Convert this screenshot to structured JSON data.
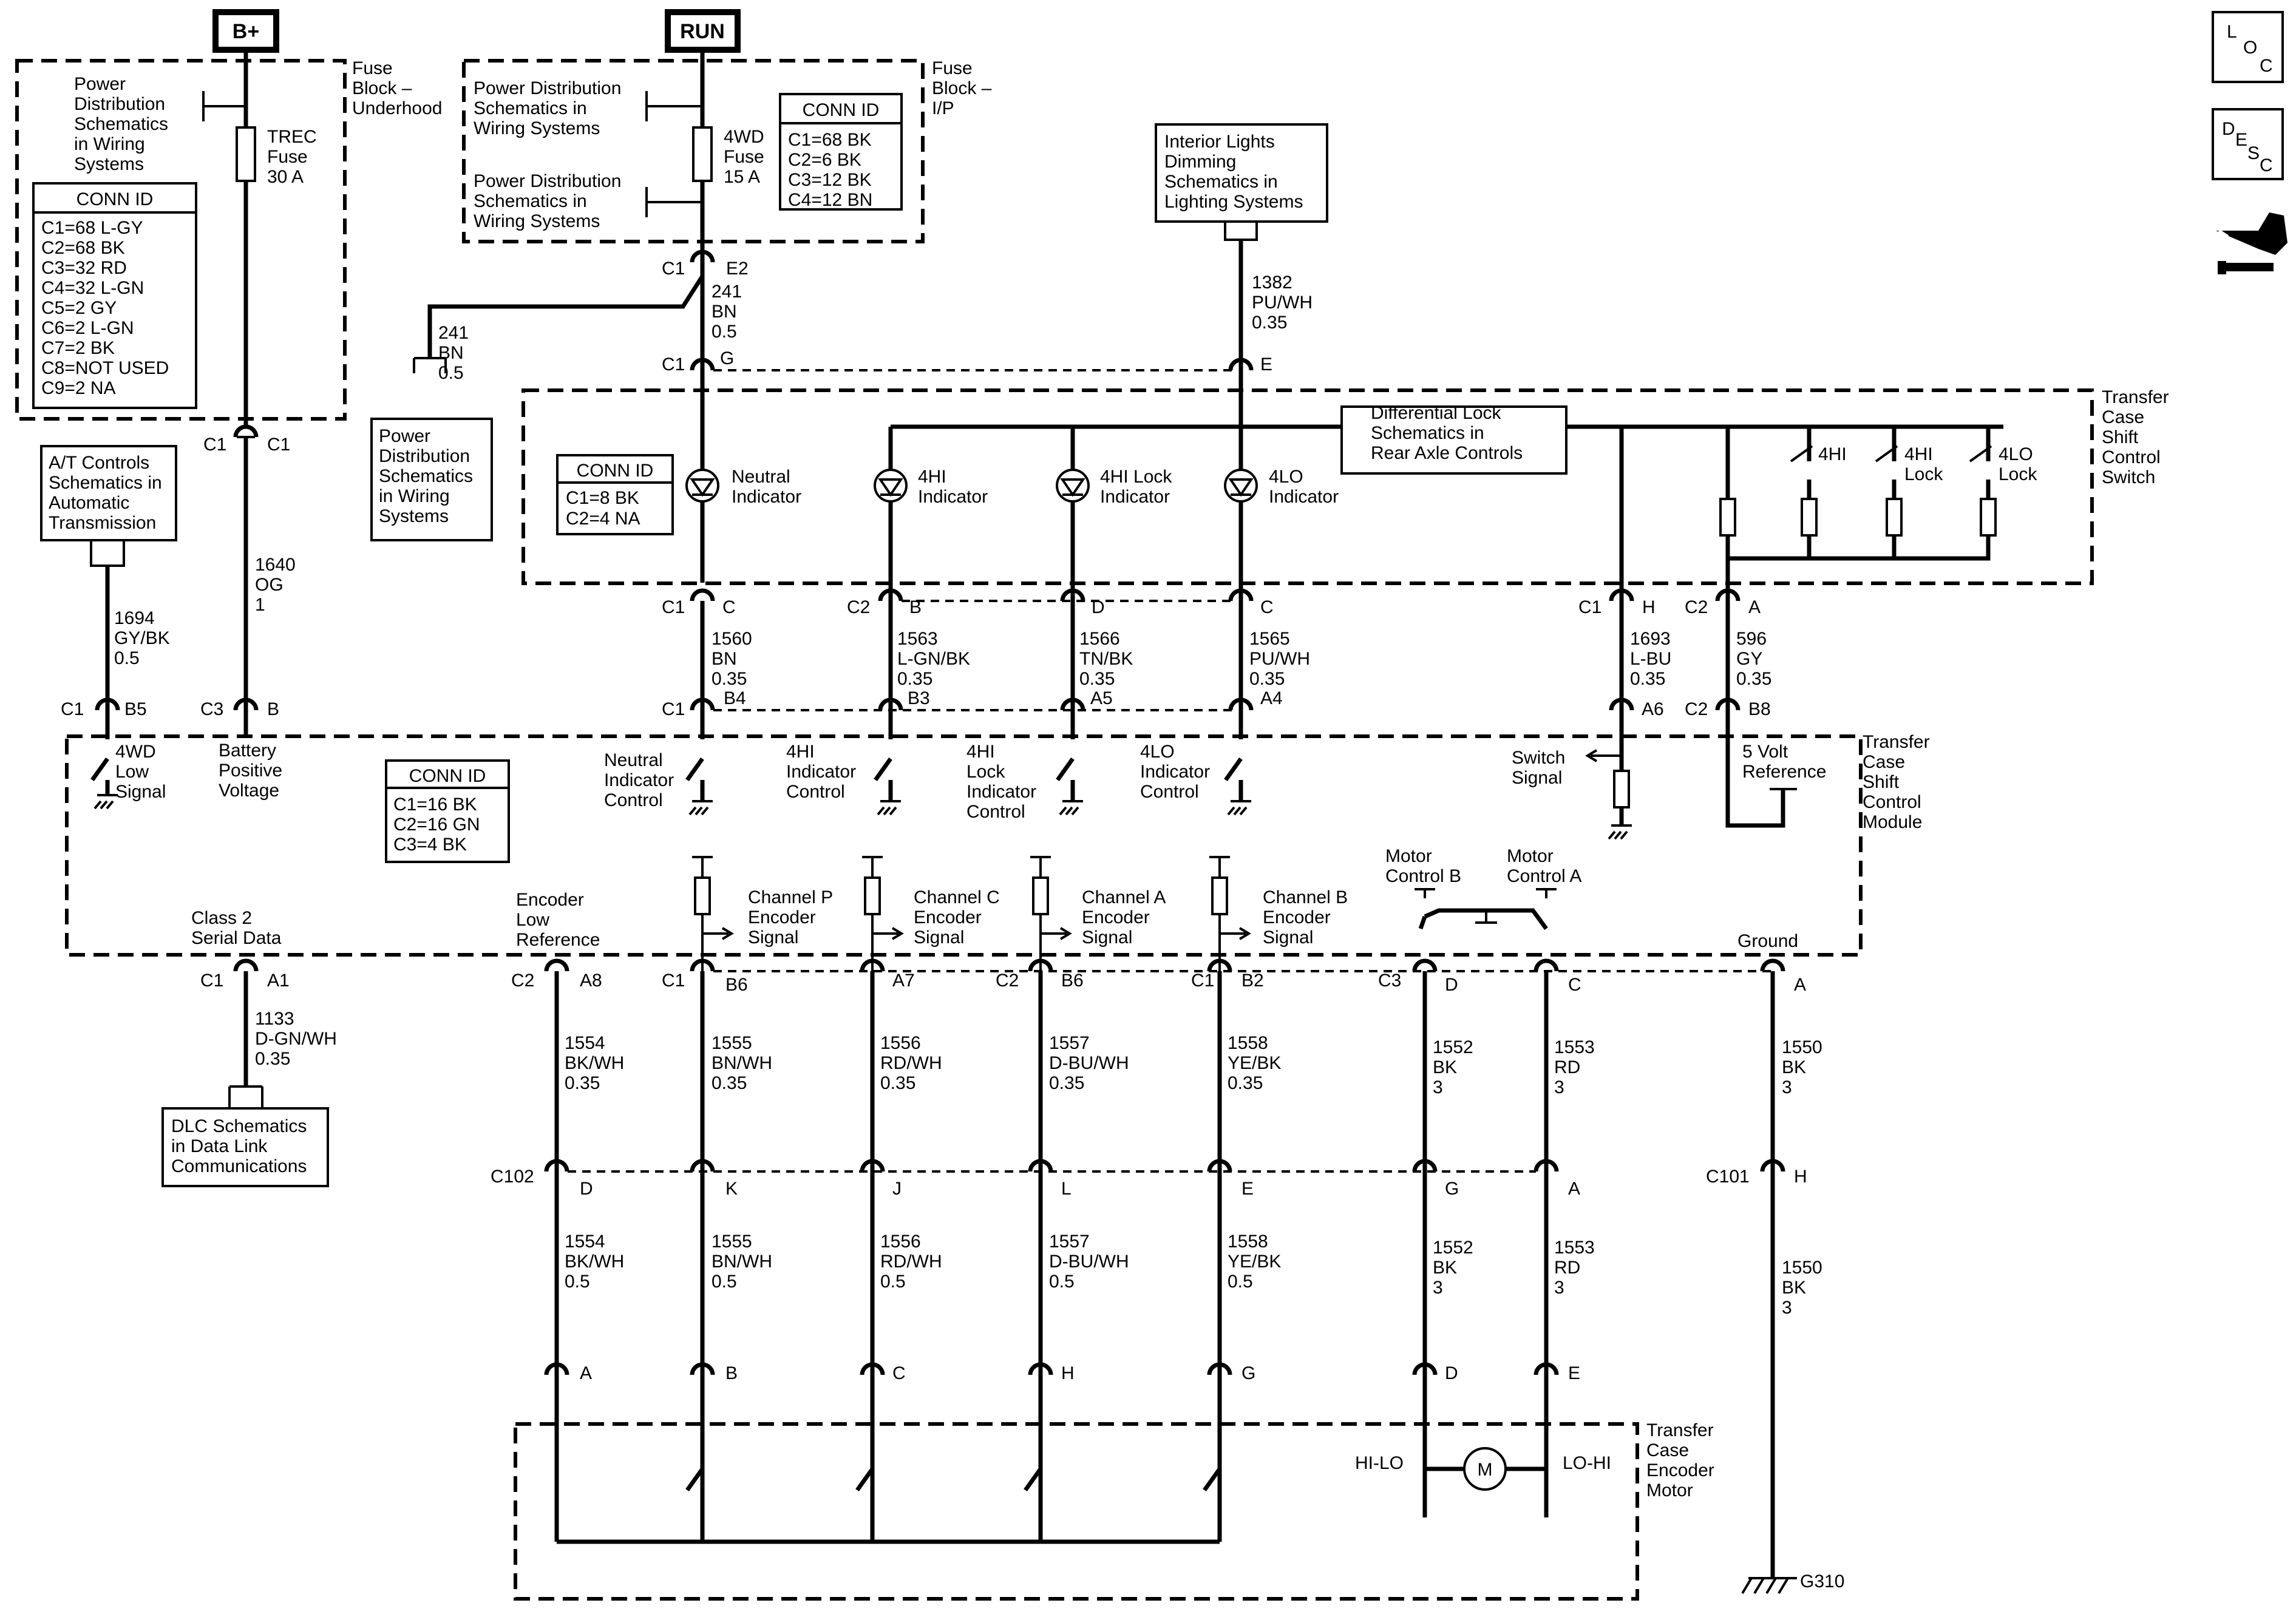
{
  "power": {
    "bplus": "B+",
    "run": "RUN"
  },
  "fuse_block_uh": {
    "title": [
      "Fuse",
      "Block –",
      "Underhood"
    ],
    "pd_ref": [
      "Power",
      "Distribution",
      "Schematics",
      "in Wiring",
      "Systems"
    ],
    "fuse": [
      "TREC",
      "Fuse",
      "30 A"
    ],
    "conn_title": "CONN ID",
    "conn": [
      "C1=68 L-GY",
      "C2=68 BK",
      "C3=32 RD",
      "C4=32 L-GN",
      "C5=2 GY",
      "C6=2 L-GN",
      "C7=2 BK",
      "C8=NOT USED",
      "C9=2 NA"
    ]
  },
  "fuse_block_ip": {
    "title": [
      "Fuse",
      "Block –",
      "I/P"
    ],
    "pd_ref1": [
      "Power Distribution",
      "Schematics in",
      "Wiring Systems"
    ],
    "pd_ref2": [
      "Power Distribution",
      "Schematics in",
      "Wiring Systems"
    ],
    "fuse": [
      "4WD",
      "Fuse",
      "15 A"
    ],
    "conn_title": "CONN ID",
    "conn": [
      "C1=68 BK",
      "C2=6 BK",
      "C3=12 BK",
      "C4=12 BN"
    ]
  },
  "refs": {
    "interior": [
      "Interior Lights",
      "Dimming",
      "Schematics in",
      "Lighting Systems"
    ],
    "at_controls": [
      "A/T Controls",
      "Schematics in",
      "Automatic",
      "Transmission"
    ],
    "pd_left": [
      "Power",
      "Distribution",
      "Schematics",
      "in Wiring",
      "Systems"
    ],
    "diff_lock": [
      "Differential Lock",
      "Schematics in",
      "Rear Axle Controls"
    ],
    "dlc": [
      "DLC Schematics",
      "in Data Link",
      "Communications"
    ]
  },
  "wires_top": {
    "w241a": [
      "241",
      "BN",
      "0.5"
    ],
    "w241b": [
      "241",
      "BN",
      "0.5"
    ],
    "w1382": [
      "1382",
      "PU/WH",
      "0.35"
    ],
    "w1640": [
      "1640",
      "OG",
      "1"
    ],
    "w1694": [
      "1694",
      "GY/BK",
      "0.5"
    ]
  },
  "switch": {
    "title": [
      "Transfer",
      "Case",
      "Shift",
      "Control",
      "Switch"
    ],
    "conn_title": "CONN ID",
    "conn": [
      "C1=8 BK",
      "C2=4 NA"
    ],
    "indicators": [
      [
        "Neutral",
        "Indicator"
      ],
      [
        "4HI",
        "Indicator"
      ],
      [
        "4HI Lock",
        "Indicator"
      ],
      [
        "4LO",
        "Indicator"
      ]
    ],
    "switches": [
      "4HI",
      [
        "4HI",
        "Lock"
      ],
      [
        "4LO",
        "Lock"
      ]
    ]
  },
  "mid_wires": [
    [
      "1560",
      "BN",
      "0.35"
    ],
    [
      "1563",
      "L-GN/BK",
      "0.35"
    ],
    [
      "1566",
      "TN/BK",
      "0.35"
    ],
    [
      "1565",
      "PU/WH",
      "0.35"
    ],
    [
      "1693",
      "L-BU",
      "0.35"
    ],
    [
      "596",
      "GY",
      "0.35"
    ]
  ],
  "module": {
    "title": [
      "Transfer",
      "Case",
      "Shift",
      "Control",
      "Module"
    ],
    "conn_title": "CONN ID",
    "conn": [
      "C1=16 BK",
      "C2=16 GN",
      "C3=4 BK"
    ],
    "low4wd": [
      "4WD",
      "Low",
      "Signal"
    ],
    "battery": [
      "Battery",
      "Positive",
      "Voltage"
    ],
    "controls": [
      [
        "Neutral",
        "Indicator",
        "Control"
      ],
      [
        "4HI",
        "Indicator",
        "Control"
      ],
      [
        "4HI",
        "Lock",
        "Indicator",
        "Control"
      ],
      [
        "4LO",
        "Indicator",
        "Control"
      ]
    ],
    "switch_signal": [
      "Switch",
      "Signal"
    ],
    "vref": [
      "5 Volt",
      "Reference"
    ],
    "class2": [
      "Class 2",
      "Serial Data"
    ],
    "enc_low": [
      "Encoder",
      "Low",
      "Reference"
    ],
    "channels": [
      [
        "Channel P",
        "Encoder",
        "Signal"
      ],
      [
        "Channel C",
        "Encoder",
        "Signal"
      ],
      [
        "Channel A",
        "Encoder",
        "Signal"
      ],
      [
        "Channel B",
        "Encoder",
        "Signal"
      ]
    ],
    "motor_b": [
      "Motor",
      "Control B"
    ],
    "motor_a": [
      "Motor",
      "Control A"
    ],
    "ground": "Ground"
  },
  "lower_wires": {
    "w1133": [
      "1133",
      "D-GN/WH",
      "0.35"
    ],
    "upper": [
      [
        "1554",
        "BK/WH",
        "0.35"
      ],
      [
        "1555",
        "BN/WH",
        "0.35"
      ],
      [
        "1556",
        "RD/WH",
        "0.35"
      ],
      [
        "1557",
        "D-BU/WH",
        "0.35"
      ],
      [
        "1558",
        "YE/BK",
        "0.35"
      ],
      [
        "1552",
        "BK",
        "3"
      ],
      [
        "1553",
        "RD",
        "3"
      ],
      [
        "1550",
        "BK",
        "3"
      ]
    ],
    "lower": [
      [
        "1554",
        "BK/WH",
        "0.5"
      ],
      [
        "1555",
        "BN/WH",
        "0.5"
      ],
      [
        "1556",
        "RD/WH",
        "0.5"
      ],
      [
        "1557",
        "D-BU/WH",
        "0.5"
      ],
      [
        "1558",
        "YE/BK",
        "0.5"
      ],
      [
        "1552",
        "BK",
        "3"
      ],
      [
        "1553",
        "RD",
        "3"
      ],
      [
        "1550",
        "BK",
        "3"
      ]
    ]
  },
  "connectors": {
    "c102": "C102",
    "c101": "C101",
    "c102_pins": [
      "D",
      "K",
      "J",
      "L",
      "E",
      "G",
      "A"
    ],
    "motor_pins": [
      "A",
      "B",
      "C",
      "H",
      "G",
      "D",
      "E"
    ]
  },
  "motor": {
    "title": [
      "Transfer",
      "Case",
      "Encoder",
      "Motor"
    ],
    "hilo": "HI-LO",
    "lohi": "LO-HI",
    "m": "M"
  },
  "ground_label": "G310",
  "nav": {
    "loc": [
      "L",
      "O",
      "C"
    ],
    "desc": [
      "D",
      "E",
      "S",
      "C"
    ]
  }
}
